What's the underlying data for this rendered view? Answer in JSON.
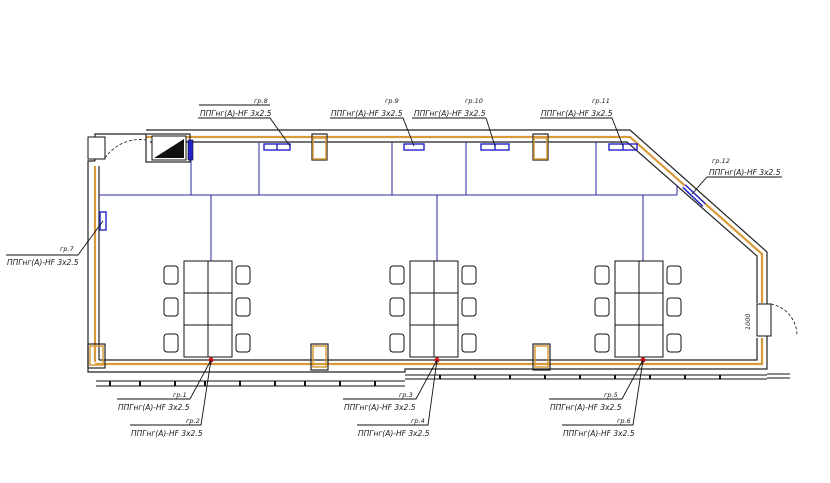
{
  "colors": {
    "wall_finish": "#d89a3a",
    "wall_line": "#222222",
    "cable": "#2a2a9a",
    "socket": "#2323c8",
    "outlet_point": "#d01818"
  },
  "labels": {
    "gr7": {
      "group": "гр.7",
      "cable": "ППГнг(А)-HF 3х2.5"
    },
    "gr8": {
      "group": "гр.8",
      "cable": "ППГнг(А)-HF 3х2.5"
    },
    "gr9": {
      "group": "гр.9",
      "cable": "ППГнг(А)-HF 3х2.5"
    },
    "gr10": {
      "group": "гр.10",
      "cable": "ППГнг(А)-HF 3х2.5"
    },
    "gr11": {
      "group": "гр.11",
      "cable": "ППГнг(А)-HF 3х2.5"
    },
    "gr12": {
      "group": "гр.12",
      "cable": "ППГнг(А)-HF 3х2.5"
    },
    "gr1": {
      "group": "гр.1",
      "cable": "ППГнг(А)-HF 3х2.5"
    },
    "gr2": {
      "group": "гр.2",
      "cable": "ППГнг(А)-HF 3х2.5"
    },
    "gr3": {
      "group": "гр.3",
      "cable": "ППГнг(А)-HF 3х2.5"
    },
    "gr4": {
      "group": "гр.4",
      "cable": "ППГнг(А)-HF 3х2.5"
    },
    "gr5": {
      "group": "гр.5",
      "cable": "ППГнг(А)-HF 3х2.5"
    },
    "gr6": {
      "group": "гр.6",
      "cable": "ППГнг(А)-HF 3х2.5"
    }
  },
  "door_dimension": "1000"
}
